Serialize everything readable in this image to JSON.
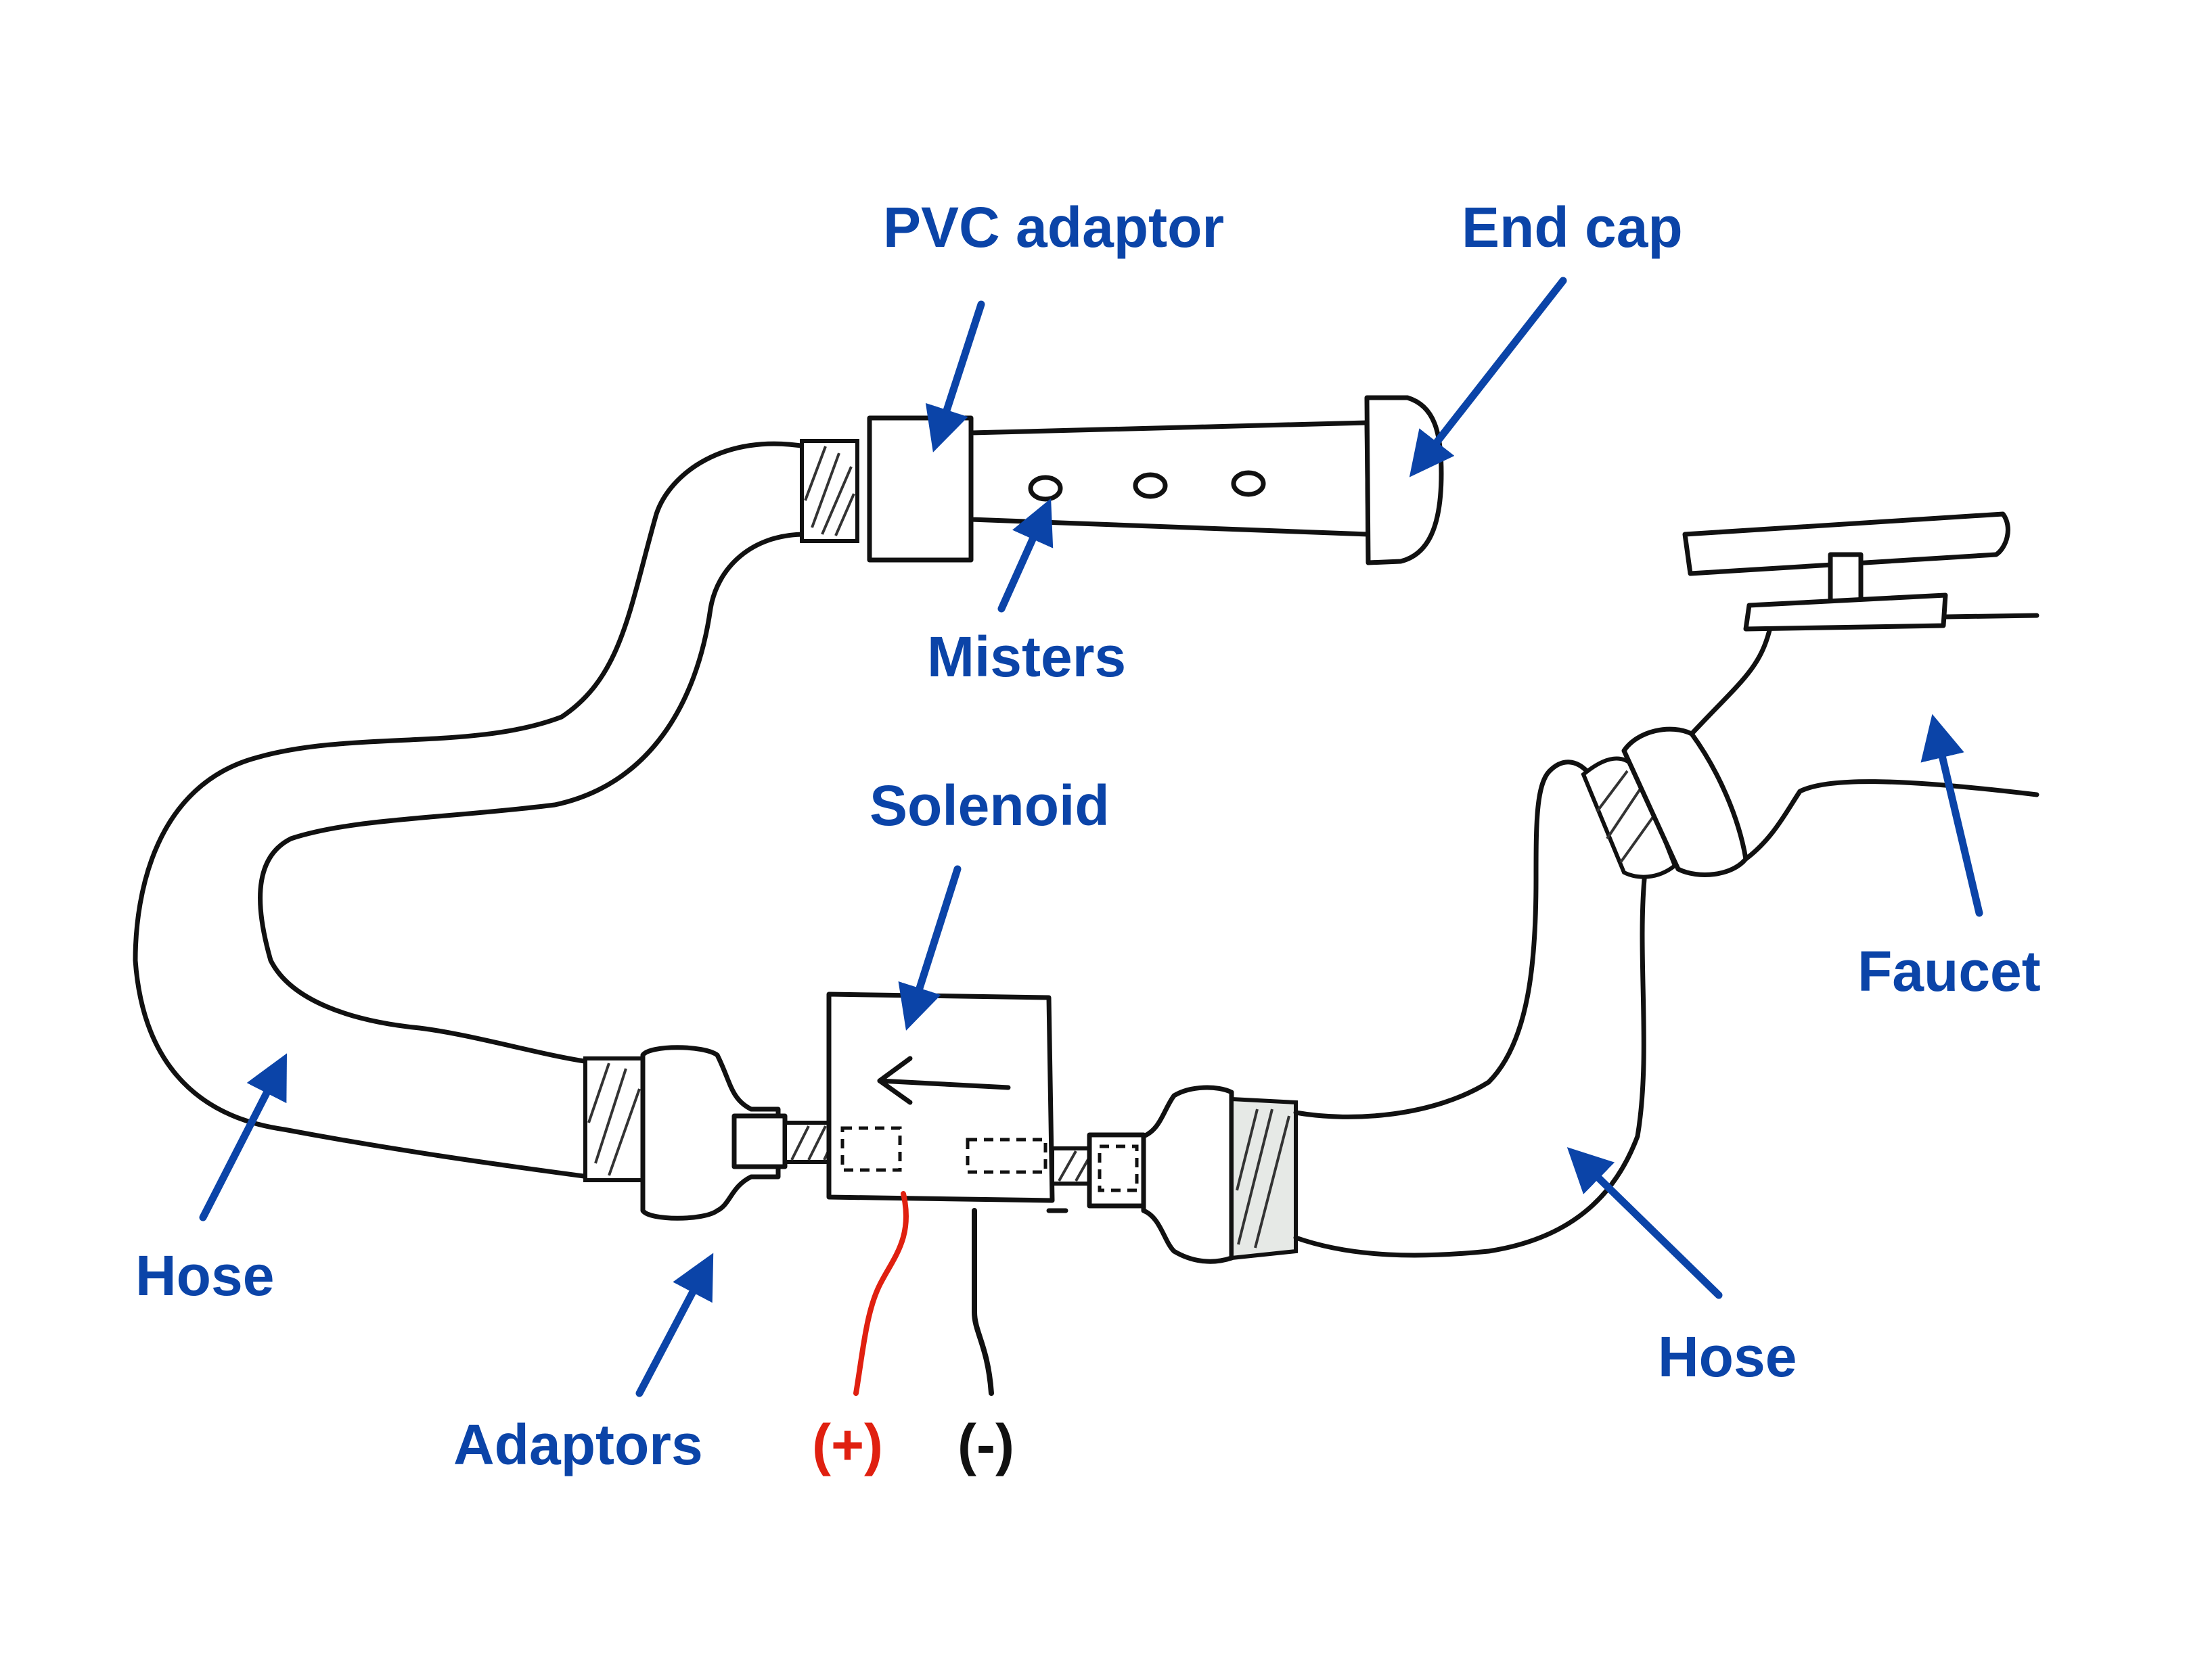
{
  "labels": {
    "pvc_adaptor": "PVC adaptor",
    "end_cap": "End cap",
    "misters": "Misters",
    "solenoid": "Solenoid",
    "faucet": "Faucet",
    "hose_left": "Hose",
    "hose_right": "Hose",
    "adaptors": "Adaptors",
    "positive": "(+)",
    "negative": "(-)"
  },
  "colors": {
    "label": "#0b44a8",
    "positive_wire": "#e02010",
    "negative_wire": "#111111",
    "ink": "#111111"
  }
}
